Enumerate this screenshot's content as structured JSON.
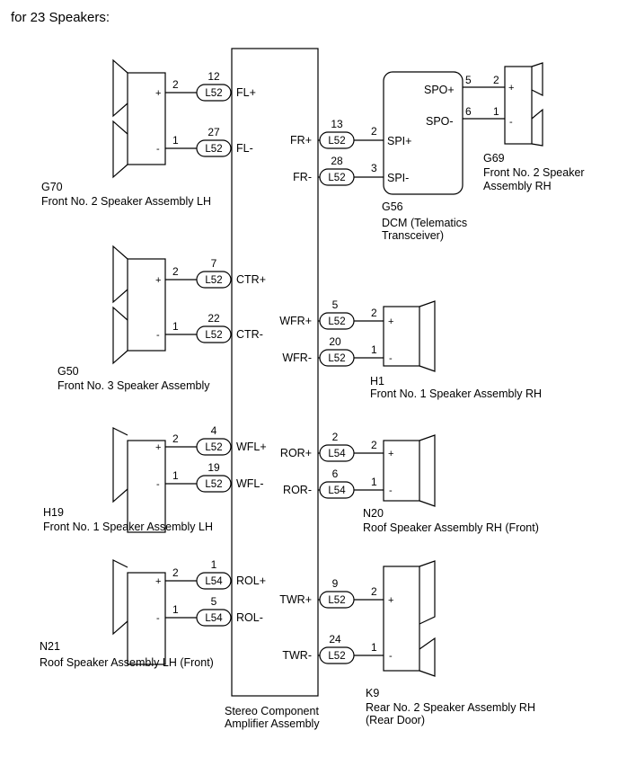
{
  "heading": "for 23 Speakers:",
  "amplifier": {
    "line1": "Stereo Component",
    "line2": "Amplifier Assembly"
  },
  "dcm": {
    "code": "G56",
    "line1": "DCM (Telematics",
    "line2": "Transceiver)",
    "spi_plus": "SPI+",
    "spi_minus": "SPI-",
    "spo_plus": "SPO+",
    "spo_minus": "SPO-",
    "spi_plus_pin": "2",
    "spi_minus_pin": "3",
    "spo_plus_pin": "5",
    "spo_minus_pin": "6"
  },
  "speakers": [
    {
      "code": "G70",
      "name": "Front No. 2 Speaker Assembly LH",
      "plus_pin": "2",
      "minus_pin": "1",
      "plus": {
        "amp_pin": "12",
        "connector": "L52",
        "signal": "FL+"
      },
      "minus": {
        "amp_pin": "27",
        "connector": "L52",
        "signal": "FL-"
      }
    },
    {
      "code": "G50",
      "name": "Front No. 3 Speaker Assembly",
      "plus_pin": "2",
      "minus_pin": "1",
      "plus": {
        "amp_pin": "7",
        "connector": "L52",
        "signal": "CTR+"
      },
      "minus": {
        "amp_pin": "22",
        "connector": "L52",
        "signal": "CTR-"
      }
    },
    {
      "code": "H19",
      "name": "Front No. 1 Speaker Assembly LH",
      "plus_pin": "2",
      "minus_pin": "1",
      "plus": {
        "amp_pin": "4",
        "connector": "L52",
        "signal": "WFL+"
      },
      "minus": {
        "amp_pin": "19",
        "connector": "L52",
        "signal": "WFL-"
      }
    },
    {
      "code": "N21",
      "name": "Roof Speaker Assembly LH (Front)",
      "plus_pin": "2",
      "minus_pin": "1",
      "plus": {
        "amp_pin": "1",
        "connector": "L54",
        "signal": "ROL+"
      },
      "minus": {
        "amp_pin": "5",
        "connector": "L54",
        "signal": "ROL-"
      }
    },
    {
      "code": "G69",
      "name": "Front No. 2 Speaker",
      "name2": "Assembly RH",
      "plus_pin": "2",
      "minus_pin": "1"
    },
    {
      "code": "H1",
      "name": "Front No. 1 Speaker Assembly RH",
      "plus_pin": "2",
      "minus_pin": "1",
      "plus": {
        "amp_pin": "5",
        "connector": "L52",
        "signal": "WFR+"
      },
      "minus": {
        "amp_pin": "20",
        "connector": "L52",
        "signal": "WFR-"
      }
    },
    {
      "code": "N20",
      "name": "Roof Speaker Assembly RH (Front)",
      "plus_pin": "2",
      "minus_pin": "1",
      "plus": {
        "amp_pin": "2",
        "connector": "L54",
        "signal": "ROR+"
      },
      "minus": {
        "amp_pin": "6",
        "connector": "L54",
        "signal": "ROR-"
      }
    },
    {
      "code": "K9",
      "name": "Rear No. 2 Speaker Assembly RH",
      "name2": "(Rear Door)",
      "plus_pin": "2",
      "minus_pin": "1",
      "plus": {
        "amp_pin": "9",
        "connector": "L52",
        "signal": "TWR+"
      },
      "minus": {
        "amp_pin": "24",
        "connector": "L52",
        "signal": "TWR-"
      }
    }
  ],
  "front_right_to_dcm": {
    "plus": {
      "amp_pin": "13",
      "connector": "L52",
      "signal": "FR+"
    },
    "minus": {
      "amp_pin": "28",
      "connector": "L52",
      "signal": "FR-"
    }
  },
  "polarity": {
    "plus": "+",
    "minus": "-"
  }
}
